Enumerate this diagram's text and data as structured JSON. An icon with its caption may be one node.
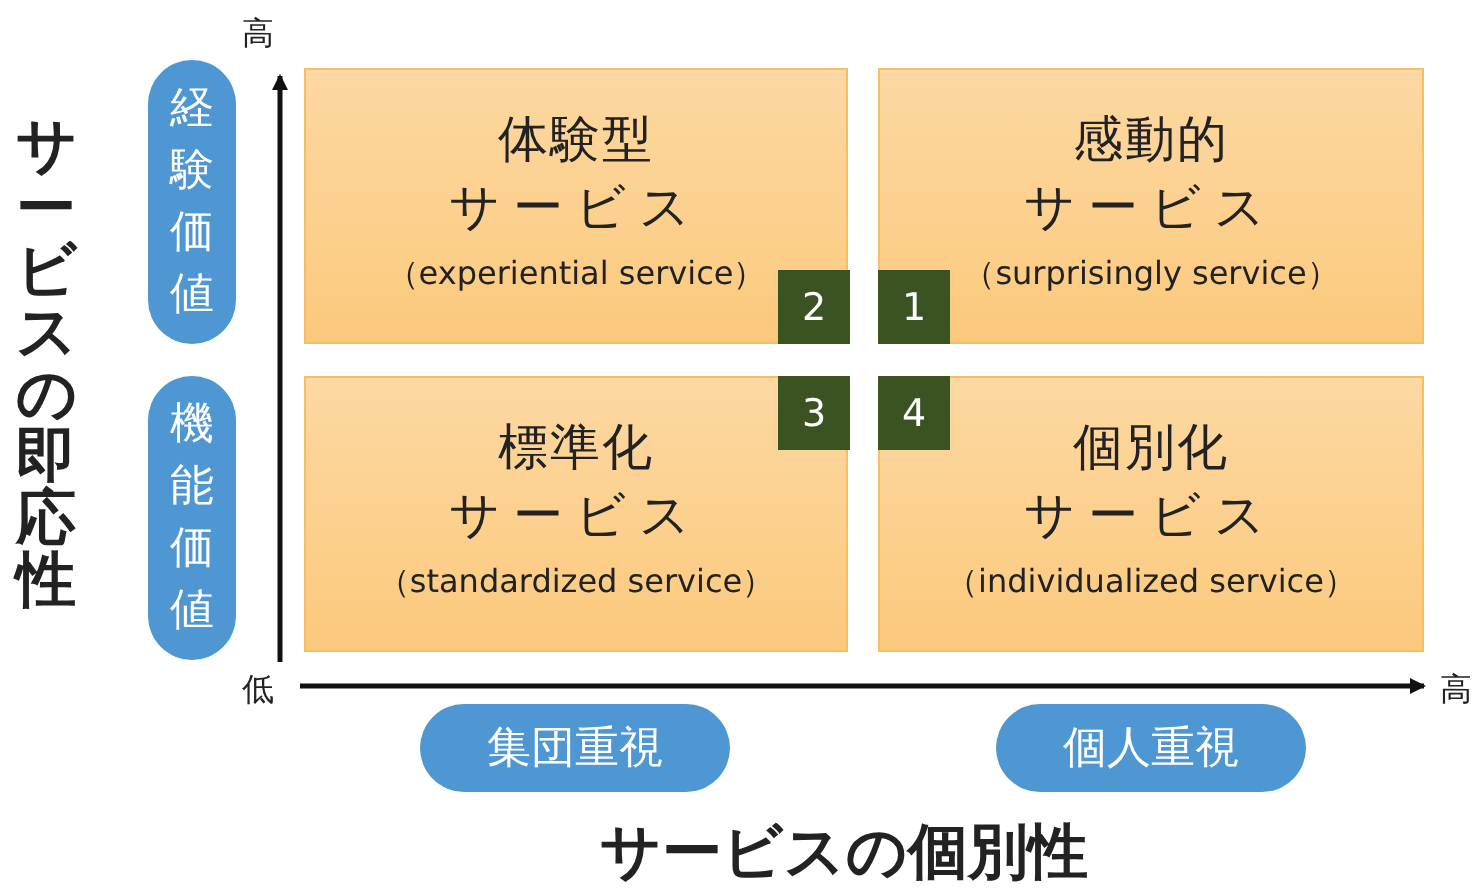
{
  "diagram": {
    "nodes": [
      {
        "text": [
          "経験価値"
        ]
      },
      {
        "text": [
          "体験型",
          "サービス",
          "（experiential service）"
        ]
      },
      {
        "text": [
          "2"
        ],
        "in": 1
      },
      {
        "text": [
          "感動的",
          "サービス",
          "（surprisingly service）"
        ]
      },
      {
        "text": [
          "1"
        ],
        "in": 3
      },
      {
        "text": [
          "機能価値"
        ]
      },
      {
        "text": [
          "標準化",
          "サービス",
          "（standardized service）"
        ]
      },
      {
        "text": [
          "3"
        ],
        "in": 6
      },
      {
        "text": [
          "個別化",
          "サービス",
          "（individualized service）"
        ]
      },
      {
        "text": [
          "4"
        ],
        "in": 8
      },
      {
        "text": [
          "集団重視"
        ]
      },
      {
        "text": [
          "個人重視"
        ]
      }
    ],
    "labels": [
      "高",
      "サービスの即応性",
      "低",
      "高",
      "サービスの個別性"
    ]
  }
}
